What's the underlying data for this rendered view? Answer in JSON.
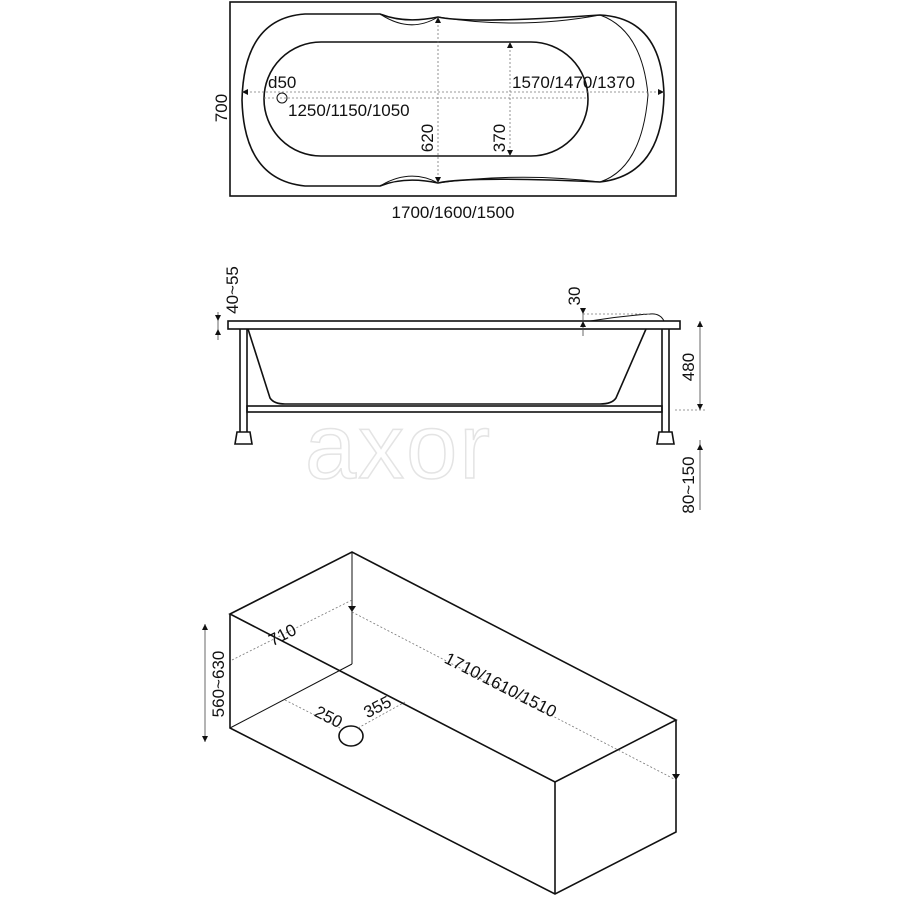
{
  "top_view": {
    "height_label": "700",
    "drain_label": "d50",
    "outer_length_label": "1570/1470/1370",
    "inner_length_label": "1250/1150/1050",
    "inner_width_label": "620",
    "half_width_label": "370",
    "overall_length_label": "1700/1600/1500"
  },
  "side_view": {
    "rim_thickness_label": "40~55",
    "headrest_label": "30",
    "depth_label": "480",
    "leg_height_label": "80~150"
  },
  "iso_view": {
    "width_label": "710",
    "length_label": "1710/1610/1510",
    "height_label": "560~630",
    "drain_x_label": "250",
    "drain_y_label": "355"
  },
  "watermark": "axor"
}
